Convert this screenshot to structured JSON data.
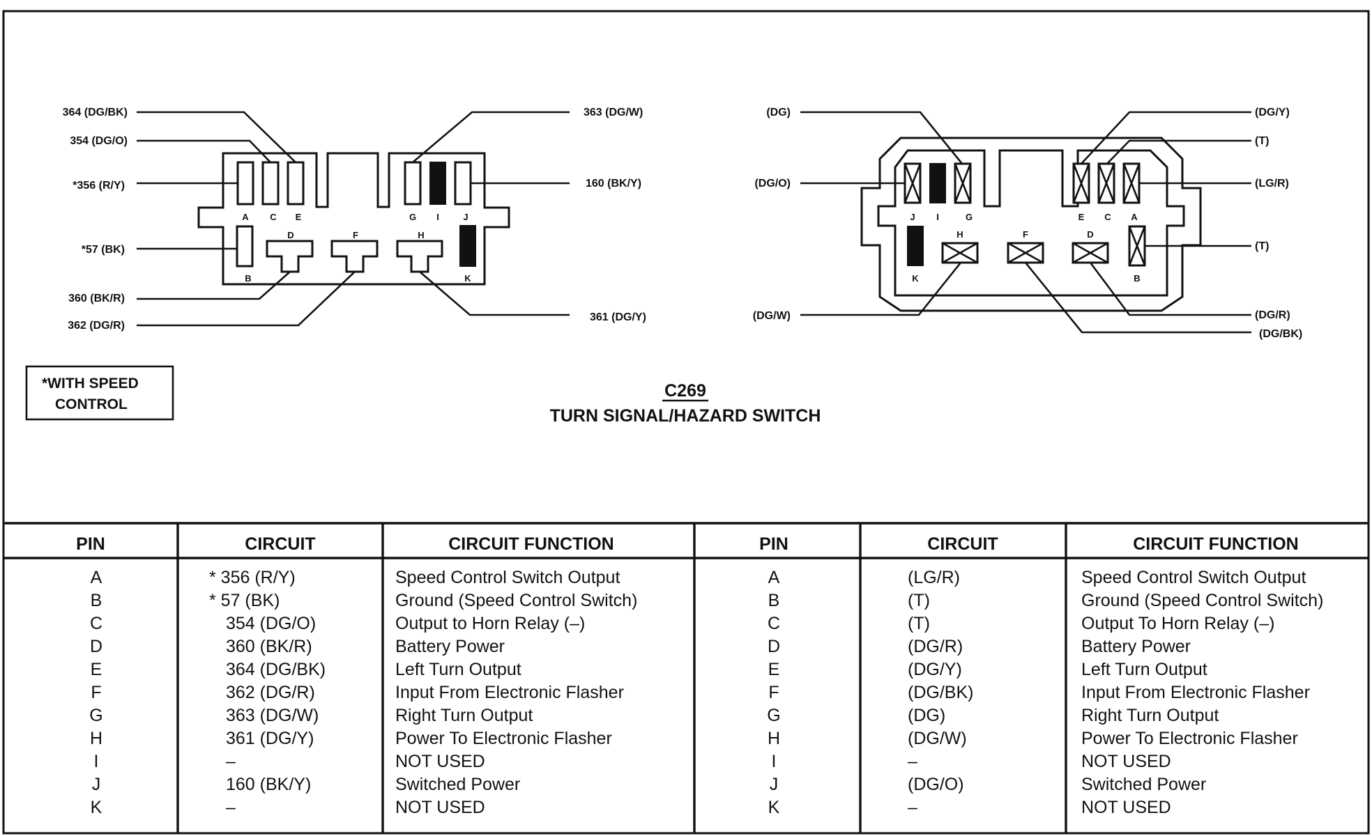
{
  "diagram": {
    "connector_id": "C269",
    "title": "TURN SIGNAL/HAZARD SWITCH",
    "note_line1": "*WITH SPEED",
    "note_line2": "CONTROL",
    "left_wires": [
      "364 (DG/BK)",
      "354 (DG/O)",
      "*356 (R/Y)",
      "*57 (BK)",
      "360 (BK/R)",
      "362 (DG/R)",
      "363 (DG/W)",
      "160 (BK/Y)",
      "361 (DG/Y)"
    ],
    "right_wires": [
      "(DG)",
      "(DG/O)",
      "(DG/W)",
      "(DG/Y)",
      "(T)",
      "(LG/R)",
      "(T)",
      "(DG/R)",
      "(DG/BK)"
    ],
    "pin_letters": [
      "A",
      "B",
      "C",
      "D",
      "E",
      "F",
      "G",
      "H",
      "I",
      "J",
      "K"
    ]
  },
  "table": {
    "headers": [
      "PIN",
      "CIRCUIT",
      "CIRCUIT FUNCTION",
      "PIN",
      "CIRCUIT",
      "CIRCUIT FUNCTION"
    ],
    "left_rows": [
      {
        "pin": "A",
        "circuit": "* 356 (R/Y)",
        "function": "Speed Control Switch Output"
      },
      {
        "pin": "B",
        "circuit": "* 57 (BK)",
        "function": "Ground (Speed Control Switch)"
      },
      {
        "pin": "C",
        "circuit": "354 (DG/O)",
        "function": "Output to Horn Relay (–)"
      },
      {
        "pin": "D",
        "circuit": "360 (BK/R)",
        "function": "Battery Power"
      },
      {
        "pin": "E",
        "circuit": "364 (DG/BK)",
        "function": "Left Turn Output"
      },
      {
        "pin": "F",
        "circuit": "362 (DG/R)",
        "function": "Input From Electronic Flasher"
      },
      {
        "pin": "G",
        "circuit": "363 (DG/W)",
        "function": "Right Turn Output"
      },
      {
        "pin": "H",
        "circuit": "361 (DG/Y)",
        "function": "Power To Electronic Flasher"
      },
      {
        "pin": "I",
        "circuit": "–",
        "function": "NOT USED"
      },
      {
        "pin": "J",
        "circuit": "160 (BK/Y)",
        "function": "Switched Power"
      },
      {
        "pin": "K",
        "circuit": "–",
        "function": "NOT USED"
      }
    ],
    "right_rows": [
      {
        "pin": "A",
        "circuit": "(LG/R)",
        "function": "Speed Control Switch Output"
      },
      {
        "pin": "B",
        "circuit": "(T)",
        "function": "Ground (Speed Control Switch)"
      },
      {
        "pin": "C",
        "circuit": "(T)",
        "function": "Output To Horn Relay (–)"
      },
      {
        "pin": "D",
        "circuit": "(DG/R)",
        "function": "Battery Power"
      },
      {
        "pin": "E",
        "circuit": "(DG/Y)",
        "function": "Left Turn Output"
      },
      {
        "pin": "F",
        "circuit": "(DG/BK)",
        "function": "Input From Electronic Flasher"
      },
      {
        "pin": "G",
        "circuit": "(DG)",
        "function": "Right Turn Output"
      },
      {
        "pin": "H",
        "circuit": "(DG/W)",
        "function": "Power To Electronic Flasher"
      },
      {
        "pin": "I",
        "circuit": "–",
        "function": "NOT USED"
      },
      {
        "pin": "J",
        "circuit": "(DG/O)",
        "function": "Switched Power"
      },
      {
        "pin": "K",
        "circuit": "–",
        "function": "NOT USED"
      }
    ]
  }
}
